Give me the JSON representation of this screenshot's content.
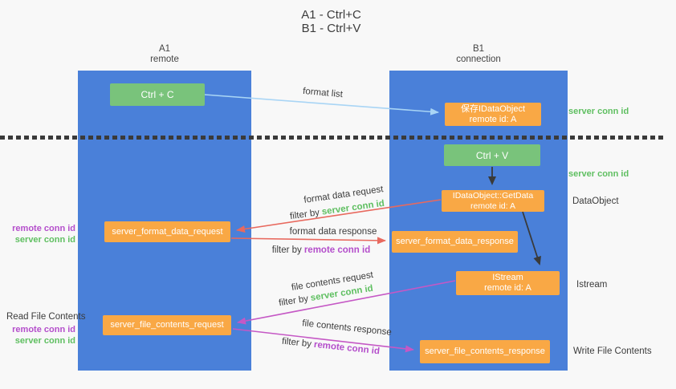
{
  "title": {
    "line1": "A1 - Ctrl+C",
    "line2": "B1 - Ctrl+V"
  },
  "lifelines": {
    "a1": {
      "id": "A1",
      "role": "remote"
    },
    "b1": {
      "id": "B1",
      "role": "connection"
    }
  },
  "nodes": {
    "ctrl_c": "Ctrl + C",
    "ctrl_v": "Ctrl + V",
    "save_dataobject": {
      "line1": "保存IDataObject",
      "line2": "remote id: A"
    },
    "getdata": {
      "line1": "IDataObject::GetData",
      "line2": "remote id: A"
    },
    "istream": {
      "line1": "IStream",
      "line2": "remote id: A"
    },
    "format_request": "server_format_data_request",
    "format_response": "server_format_data_response",
    "file_request": "server_file_contents_request",
    "file_response": "server_file_contents_response"
  },
  "edge_labels": {
    "format_list": "format list",
    "format_data_request": "format data request",
    "format_data_request_filter": {
      "prefix": "filter by",
      "key": "server conn id"
    },
    "format_data_response": "format data response",
    "format_data_response_filter": {
      "prefix": "filter by",
      "key": "remote conn id"
    },
    "file_contents_request": "file contents request",
    "file_contents_request_filter": {
      "prefix": "filter by",
      "key": "server conn id"
    },
    "file_contents_response": "file contents response",
    "file_contents_response_filter": {
      "prefix": "filter by",
      "key": "remote conn id"
    }
  },
  "side_labels": {
    "server_conn_id_top": "server conn id",
    "server_conn_id_mid": "server conn id",
    "dataobject": "DataObject",
    "istream": "Istream",
    "write_file_contents": "Write File Contents",
    "read_file_contents": "Read File Contents",
    "left_group1": {
      "remote": "remote conn id",
      "server": "server conn id"
    },
    "left_group2": {
      "remote": "remote conn id",
      "server": "server conn id"
    }
  },
  "colors": {
    "lifeline-blue": "#4a80d9",
    "node-green": "#79c37b",
    "node-orange": "#f9a845",
    "arrow-blue": "#a9d5f5",
    "arrow-red": "#e8695e",
    "arrow-magenta": "#c558c5",
    "arrow-black": "#3a3a3a",
    "label-green": "#5fbf61",
    "label-purple": "#b44ecb",
    "text-dark": "#3c3c3c",
    "background": "#f8f8f8"
  }
}
